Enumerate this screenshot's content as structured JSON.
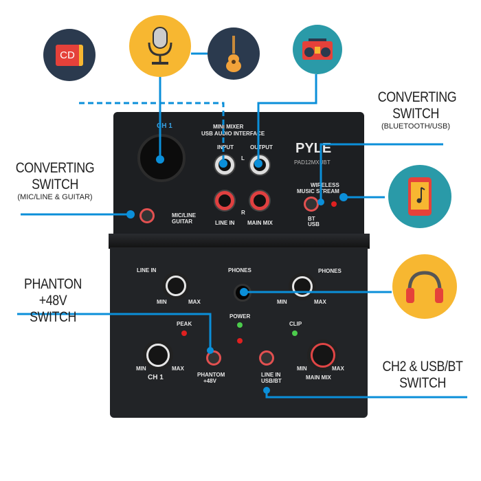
{
  "callouts": {
    "converting_switch_bt": {
      "title_line1": "CONVERTING",
      "title_line2": "SWITCH",
      "sub": "(BLUETOOTH/USB)"
    },
    "converting_switch_mic": {
      "title_line1": "CONVERTING",
      "title_line2": "SWITCH",
      "sub": "(MIC/LINE & GUITAR)"
    },
    "phantom": {
      "title_line1": "PHANTON +48V",
      "title_line2": "SWITCH"
    },
    "ch2": {
      "title_line1": "CH2 & USB/BT",
      "title_line2": "SWITCH"
    }
  },
  "icons": {
    "cd_label": "CD"
  },
  "device": {
    "ch1": "CH 1",
    "title1": "MINI MIXER",
    "title2": "USB AUDIO INTERFACE",
    "input": "INPUT",
    "output": "OUTPUT",
    "l": "L",
    "r": "R",
    "line_in": "LINE IN",
    "main_mix": "MAIN MIX",
    "brand": "PYLE",
    "model": "PAD12MXUBT",
    "wireless1": "WIRELESS",
    "wireless2": "MUSIC STREAM",
    "bt": "BT",
    "usb": "USB",
    "mic_line": "MIC/LINE",
    "guitar": "GUITAR",
    "lower": {
      "line_in": "LINE IN",
      "phones_center": "PHONES",
      "phones_right": "PHONES",
      "min": "MIN",
      "max": "MAX",
      "peak": "PEAK",
      "power": "POWER",
      "clip": "CLIP",
      "ch1": "CH 1",
      "phantom1": "PHANTOM",
      "phantom2": "+48V",
      "sw_line_in": "LINE IN",
      "sw_usb_bt": "USB/BT",
      "main_mix": "MAIN MIX"
    }
  },
  "colors": {
    "accent": "#0b8fd9",
    "navy": "#2b3a4e",
    "yellow": "#f7b731",
    "teal": "#2a9aa8"
  }
}
